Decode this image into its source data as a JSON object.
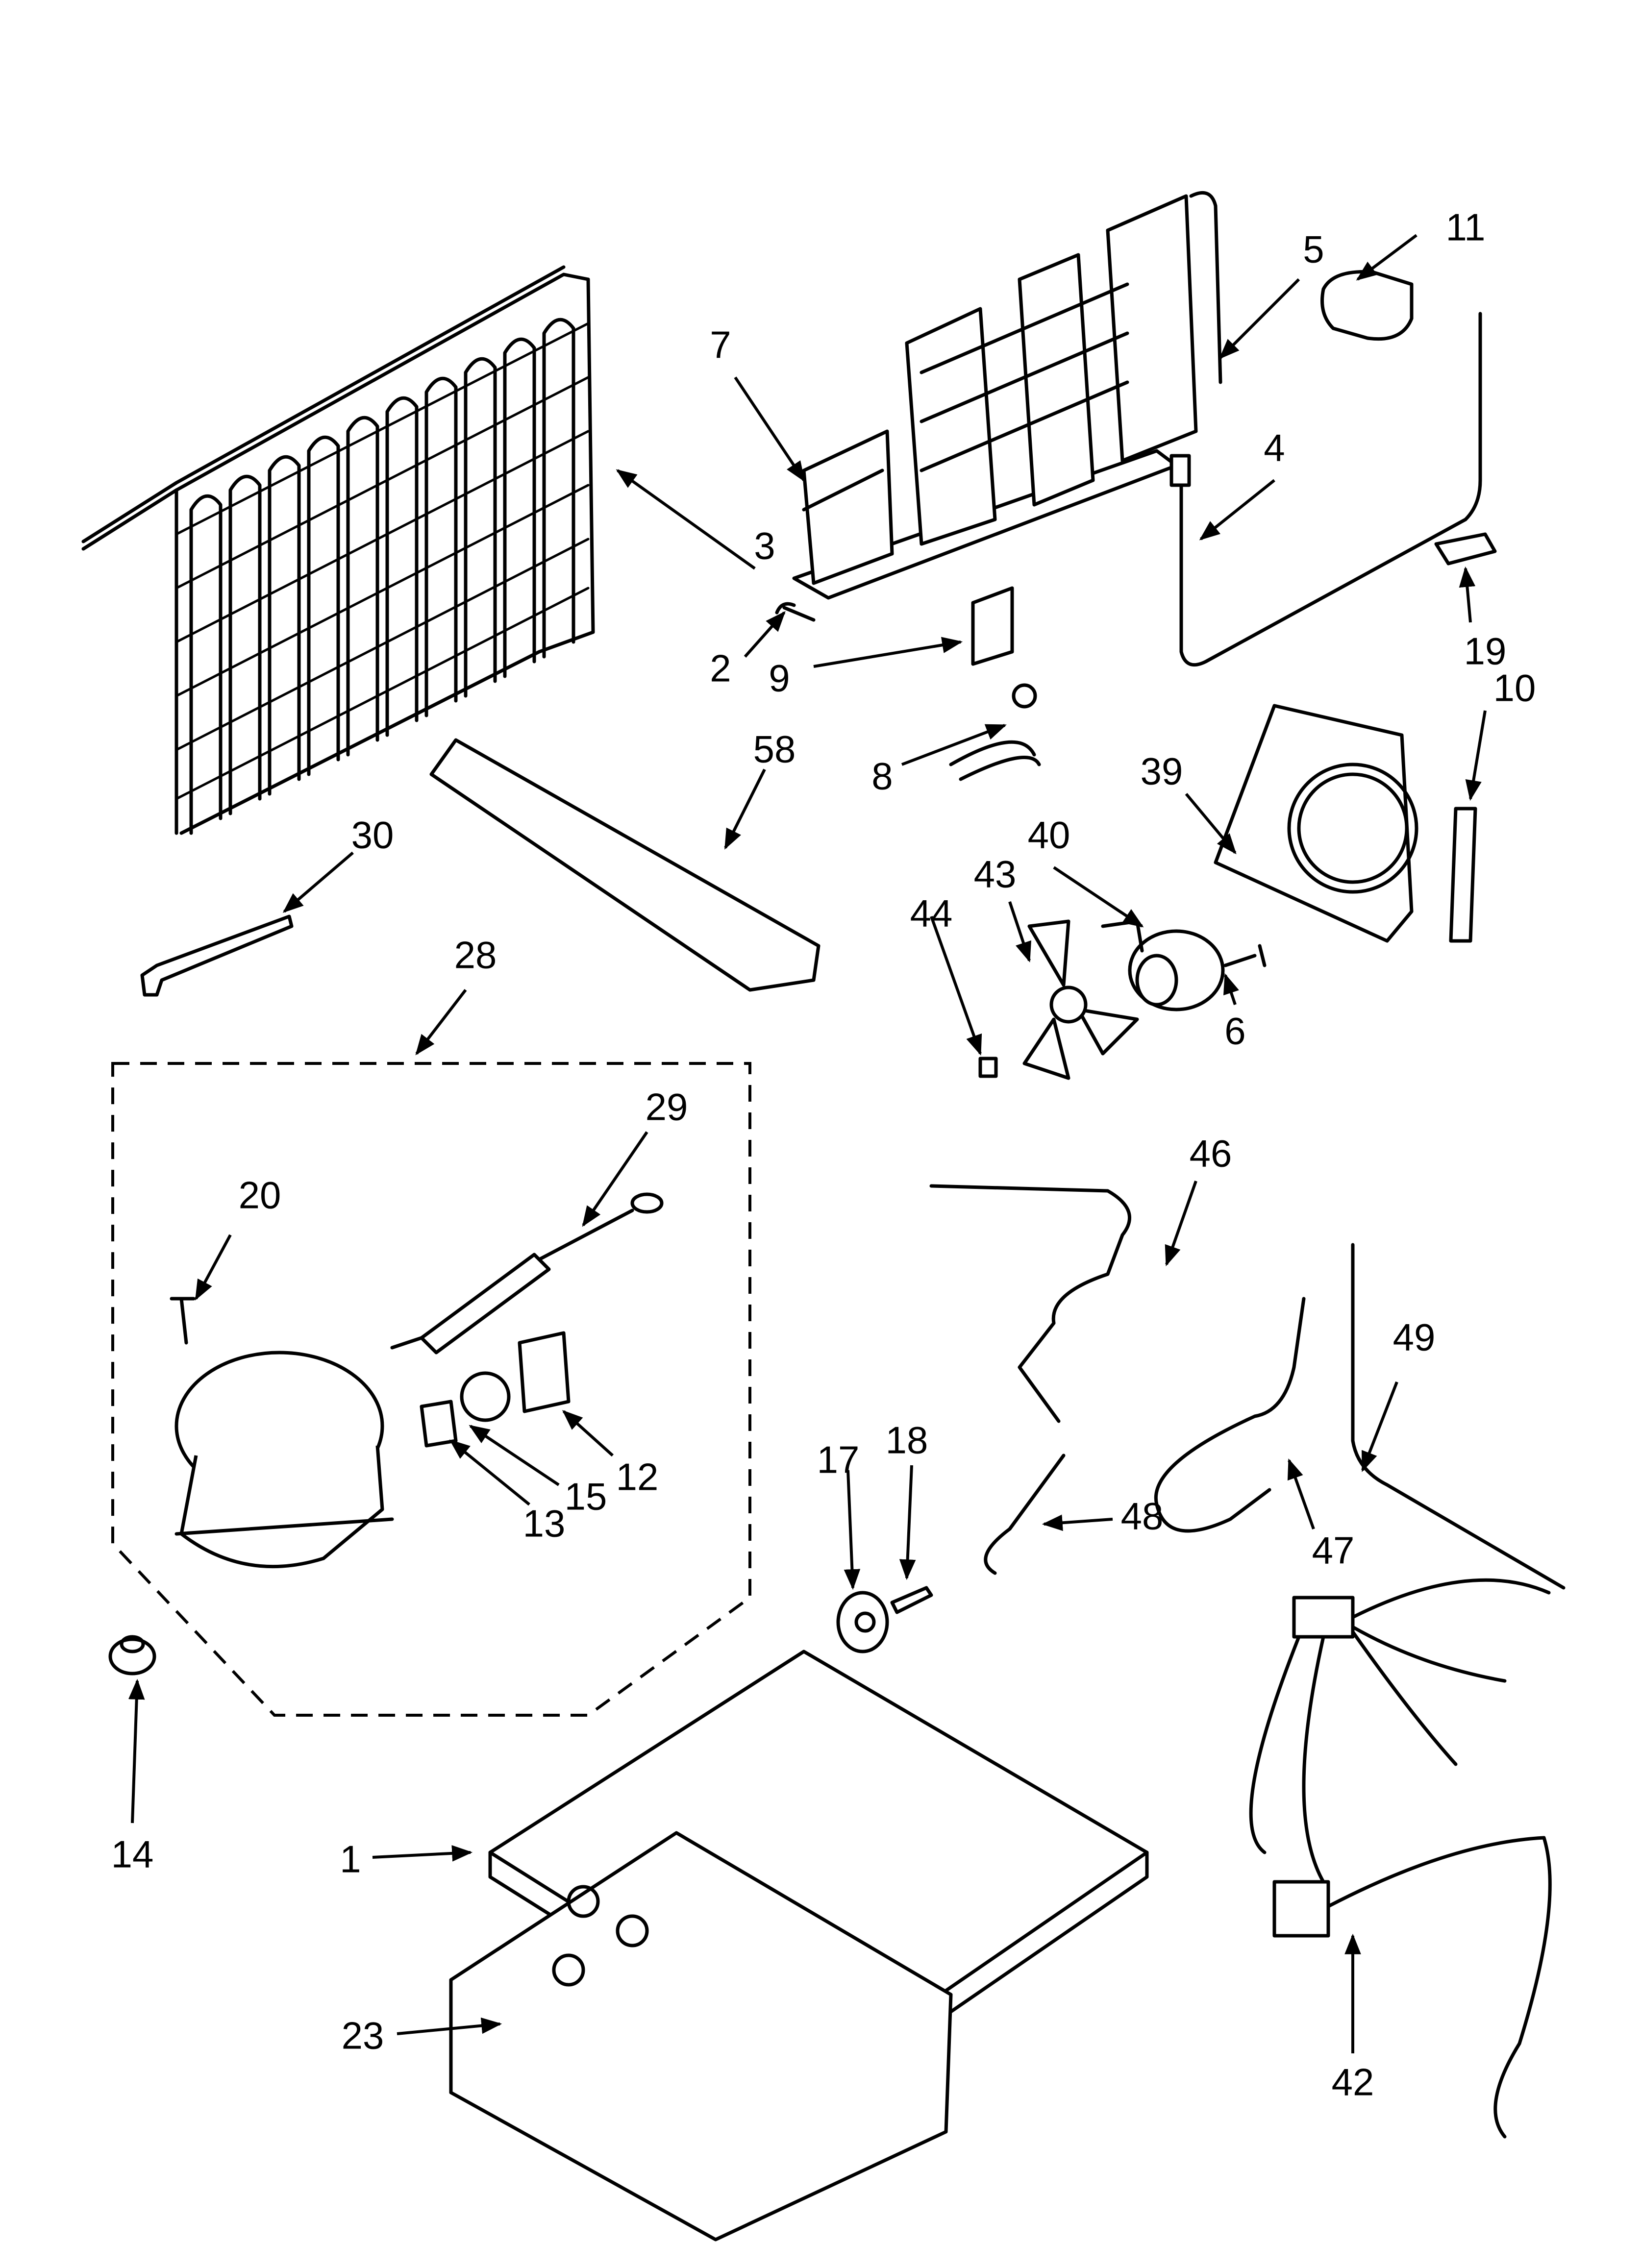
{
  "diagram": {
    "callouts": [
      {
        "id": "p1",
        "label": "1"
      },
      {
        "id": "p2",
        "label": "2"
      },
      {
        "id": "p3",
        "label": "3"
      },
      {
        "id": "p4",
        "label": "4"
      },
      {
        "id": "p5",
        "label": "5"
      },
      {
        "id": "p6",
        "label": "6"
      },
      {
        "id": "p7",
        "label": "7"
      },
      {
        "id": "p8",
        "label": "8"
      },
      {
        "id": "p9",
        "label": "9"
      },
      {
        "id": "p10",
        "label": "10"
      },
      {
        "id": "p11",
        "label": "11"
      },
      {
        "id": "p12",
        "label": "12"
      },
      {
        "id": "p13",
        "label": "13"
      },
      {
        "id": "p14",
        "label": "14"
      },
      {
        "id": "p15",
        "label": "15"
      },
      {
        "id": "p17",
        "label": "17"
      },
      {
        "id": "p18",
        "label": "18"
      },
      {
        "id": "p19",
        "label": "19"
      },
      {
        "id": "p20",
        "label": "20"
      },
      {
        "id": "p23",
        "label": "23"
      },
      {
        "id": "p28",
        "label": "28"
      },
      {
        "id": "p29",
        "label": "29"
      },
      {
        "id": "p30",
        "label": "30"
      },
      {
        "id": "p39",
        "label": "39"
      },
      {
        "id": "p40",
        "label": "40"
      },
      {
        "id": "p42",
        "label": "42"
      },
      {
        "id": "p43",
        "label": "43"
      },
      {
        "id": "p44",
        "label": "44"
      },
      {
        "id": "p46",
        "label": "46"
      },
      {
        "id": "p47",
        "label": "47"
      },
      {
        "id": "p48",
        "label": "48"
      },
      {
        "id": "p49",
        "label": "49"
      },
      {
        "id": "p58",
        "label": "58"
      }
    ]
  }
}
